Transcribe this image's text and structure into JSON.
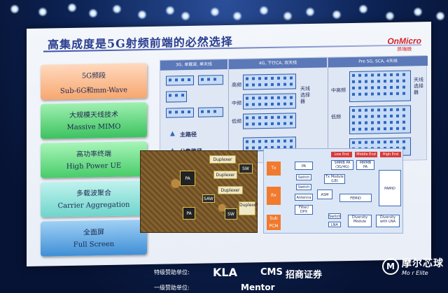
{
  "slide": {
    "title": "高集成度是5G射频前端的必然选择",
    "logo": {
      "main": "OnMicro",
      "sub": "昂瑞微"
    }
  },
  "features": [
    {
      "line1": "5G频段",
      "line2": "Sub-6G和mm-Wave"
    },
    {
      "line1": "大规模天线技术",
      "line2": "Massive MIMO"
    },
    {
      "line1": "高功率终端",
      "line2": "High Power UE"
    },
    {
      "line1": "多载波聚合",
      "line2": "Carrier Aggregation"
    },
    {
      "line1": "全面屏",
      "line2": "Full Screen"
    }
  ],
  "evolution": {
    "col1": "3G, 单载波, 单天线",
    "col2": "4G, 下行CA, 双天线",
    "col3": "Pre 5G, SCA, 4天线",
    "bands_col2": [
      "高频",
      "中频",
      "低频"
    ],
    "bands_col3": [
      "中高频",
      "低频"
    ],
    "switch_label_col2": "天线选择器",
    "switch_label_col3": "天线选择器",
    "main_path": "主路径",
    "diversity_path": "分集路径"
  },
  "module_photo": {
    "chips": [
      "Duplexer",
      "SW",
      "PA",
      "Duplexer",
      "SAW",
      "Duplexer",
      "PA",
      "SW",
      "Duplexer"
    ]
  },
  "block_diagram": {
    "side_labels": [
      "Tx",
      "Rx",
      "Sub PCM"
    ],
    "top_tags": [
      "Low End",
      "Middle End",
      "High End"
    ],
    "blocks": [
      "PA",
      "Switch",
      "Tx Module (LB)",
      "SMMB PA (3G/4G)",
      "MMMB PA",
      "Switch",
      "Antenna",
      "ASM",
      "FEMiD",
      "PAMiD",
      "Filter/ DPX",
      "Switch",
      "LNA",
      "Diversity Module",
      "Diversity with LNA"
    ]
  },
  "sponsors": {
    "special_label": "特级赞助单位:",
    "first_label": "一级赞助单位:",
    "logos": [
      "KLA",
      "CMS",
      "招商证券",
      "Mentor"
    ]
  },
  "watermark": {
    "text": "摩尔芯球",
    "sub": "Mo r Elite"
  },
  "colors": {
    "title": "#2b3f8f",
    "logo": "#d2232a",
    "accent": "#2f65c2"
  }
}
